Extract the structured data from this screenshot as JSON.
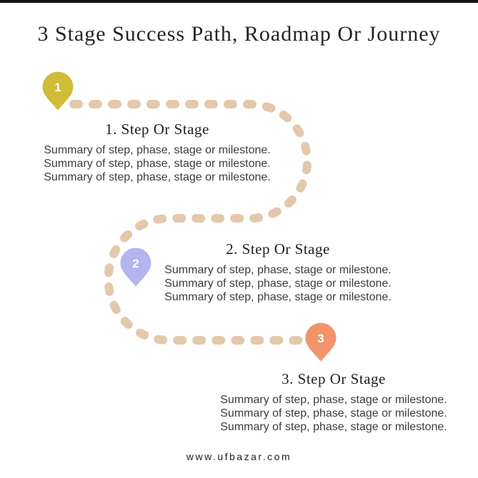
{
  "page": {
    "title": "3 Stage Success Path, Roadmap Or Journey",
    "footer": "www.ufbazar.com"
  },
  "path": {
    "color": "#e3c8ab",
    "style": "dashed"
  },
  "stages": [
    {
      "marker": "1",
      "color": "#d0bd35",
      "title": "1. Step Or Stage",
      "summary": [
        "Summary of step, phase, stage or milestone.",
        "Summary of step, phase, stage or milestone.",
        "Summary of step, phase, stage or milestone."
      ]
    },
    {
      "marker": "2",
      "color": "#b4b4ee",
      "title": "2. Step Or Stage",
      "summary": [
        "Summary of step, phase, stage or milestone.",
        "Summary of step, phase, stage or milestone.",
        "Summary of step, phase, stage or milestone."
      ]
    },
    {
      "marker": "3",
      "color": "#f2936b",
      "title": "3. Step Or Stage",
      "summary": [
        "Summary of step, phase, stage or milestone.",
        "Summary of step, phase, stage or milestone.",
        "Summary of step, phase, stage or milestone."
      ]
    }
  ]
}
